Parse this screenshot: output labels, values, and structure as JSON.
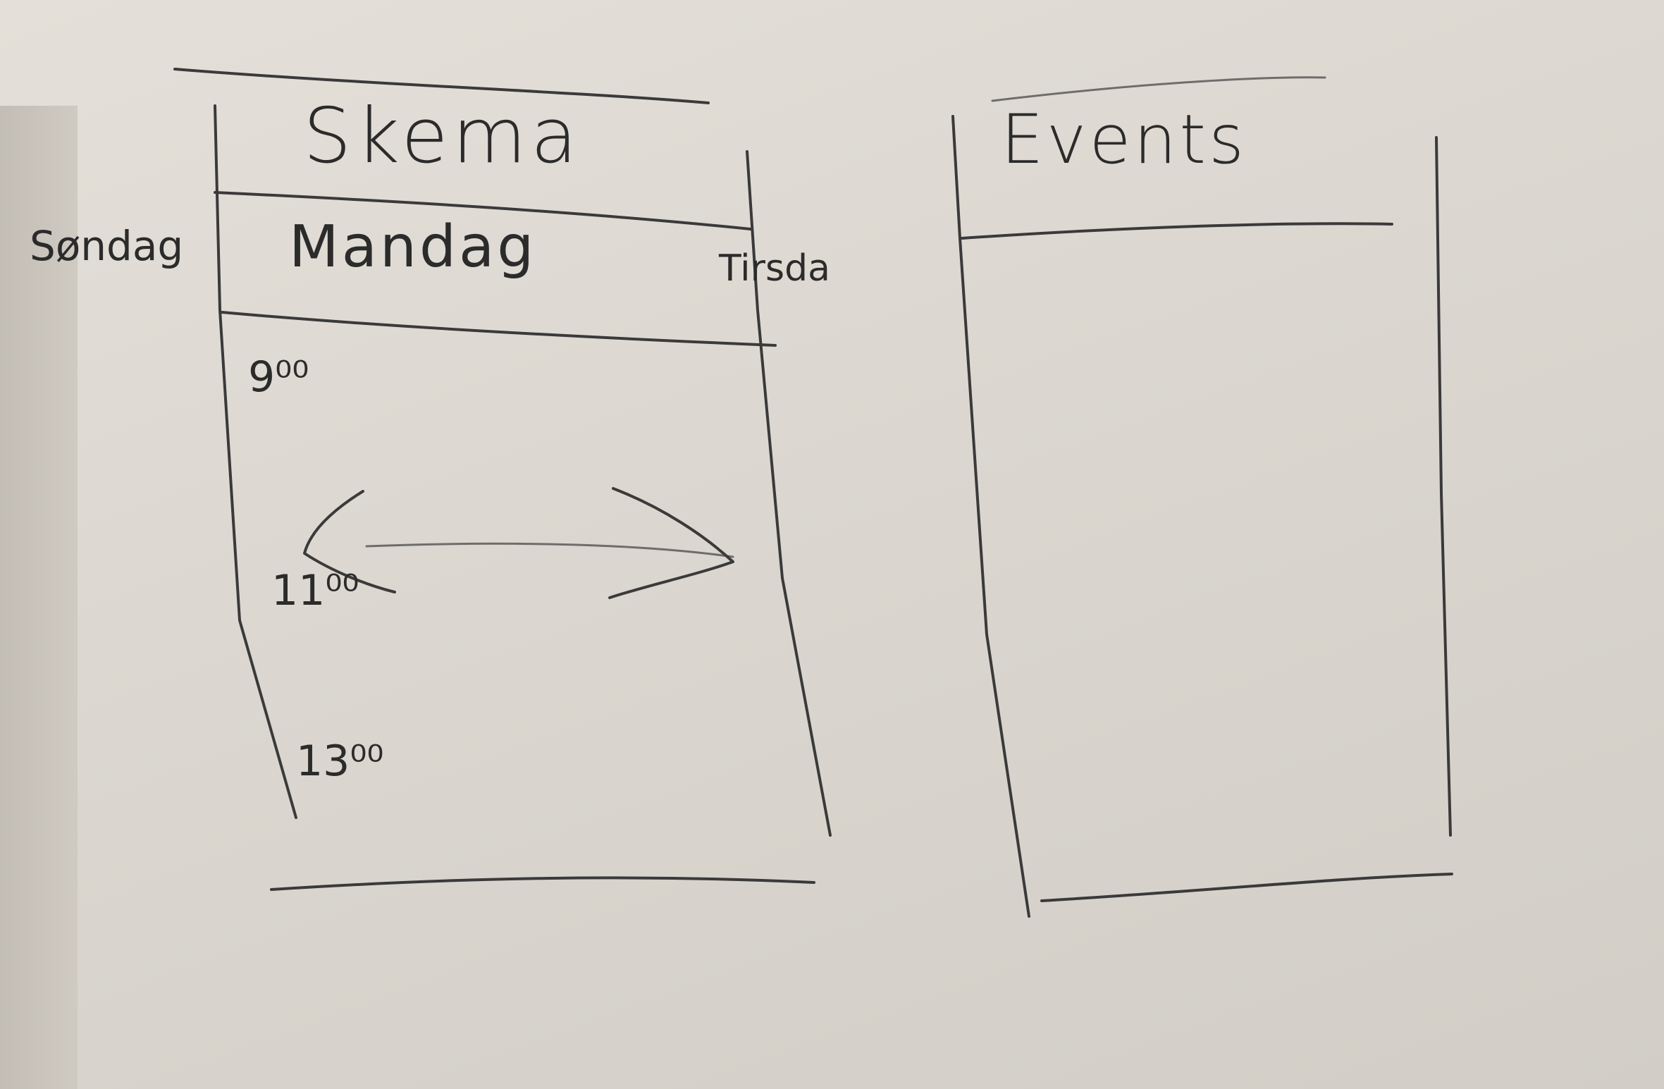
{
  "schedule": {
    "title": "Skema",
    "days": {
      "previous": "Søndag",
      "current": "Mandag",
      "next": "Tirsda"
    },
    "times": [
      "9⁰⁰",
      "11⁰⁰",
      "13⁰⁰"
    ],
    "swipe_hint_icon": "double-arrow-icon"
  },
  "events": {
    "title": "Events",
    "items": []
  }
}
